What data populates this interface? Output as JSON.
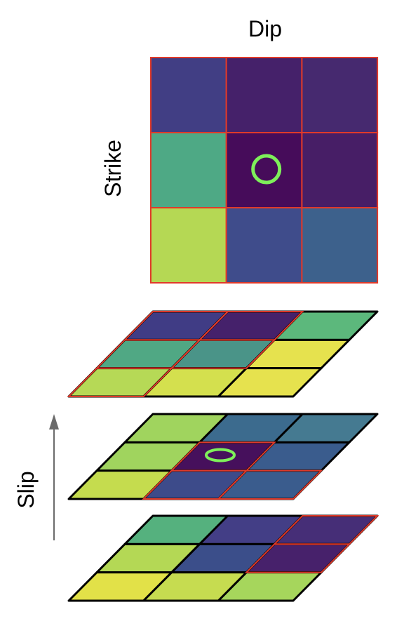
{
  "labels": {
    "dip": "Dip",
    "strike": "Strike",
    "slip": "Slip"
  },
  "colors": {
    "grid_outline_red": "#e03a2a",
    "grid_outline_black": "#000000",
    "marker_green": "#7ef05a",
    "arrow_gray": "#6b6b6b"
  },
  "top_grid": {
    "rows": [
      [
        "#413e84",
        "#45216a",
        "#46296f"
      ],
      [
        "#4ea985",
        "#460c5a",
        "#471e66"
      ],
      [
        "#b5d854",
        "#3f4c8b",
        "#3d618c"
      ]
    ],
    "marker_cell": [
      1,
      1
    ]
  },
  "layers": [
    {
      "name": "upper",
      "rows": [
        [
          "#403c85",
          "#45216b",
          "#5cb87c"
        ],
        [
          "#50a884",
          "#4a9488",
          "#e6e24e"
        ],
        [
          "#b6d956",
          "#d4e04e",
          "#e6e24e"
        ]
      ],
      "red_cells": [
        [
          0,
          0
        ],
        [
          0,
          1
        ],
        [
          1,
          0
        ],
        [
          1,
          1
        ],
        [
          2,
          0
        ]
      ]
    },
    {
      "name": "middle",
      "rows": [
        [
          "#a0d45e",
          "#3c6b8e",
          "#457a91"
        ],
        [
          "#a0d45e",
          "#46105c",
          "#3a5c8d"
        ],
        [
          "#c5dc4e",
          "#3d4b8a",
          "#3a5c8d"
        ]
      ],
      "red_cells": [
        [
          1,
          1
        ],
        [
          2,
          1
        ],
        [
          2,
          2
        ]
      ],
      "marker_cell": [
        1,
        1
      ]
    },
    {
      "name": "lower",
      "rows": [
        [
          "#55b17e",
          "#433e86",
          "#462e77"
        ],
        [
          "#b4d855",
          "#3b4e8a",
          "#47216b"
        ],
        [
          "#e2e148",
          "#c6dc50",
          "#a6d65c"
        ]
      ],
      "red_cells": [
        [
          0,
          2
        ],
        [
          1,
          2
        ]
      ]
    }
  ]
}
